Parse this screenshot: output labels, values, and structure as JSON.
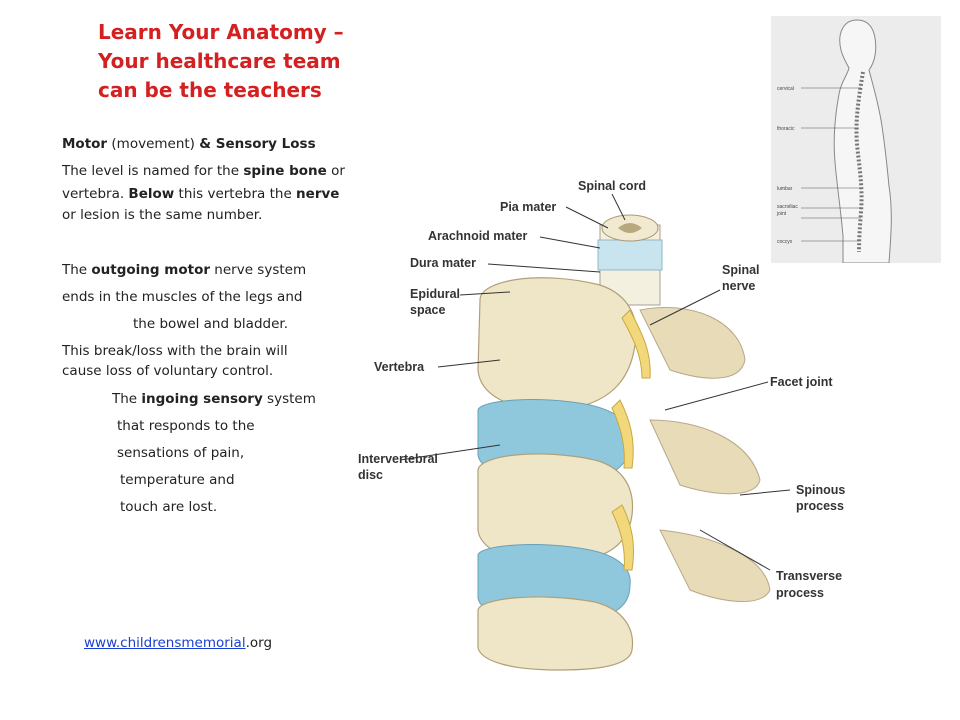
{
  "title": {
    "line1": "Learn Your Anatomy –",
    "line2": "Your healthcare team",
    "line3": "can be the  teachers"
  },
  "text": {
    "motor_bold": "Motor",
    "motor_paren": " (movement) ",
    "amp_sensory": "& Sensory Loss",
    "p1_a": "The level is named for the ",
    "p1_b": "spine bone",
    "p1_c": " or",
    "p1_d": "vertebra. ",
    "p1_e": "Below",
    "p1_f": " this vertebra the ",
    "p1_g": "nerve",
    "p1_h": "or lesion  is the same number.",
    "p2_a": "The ",
    "p2_b": "outgoing motor",
    "p2_c": " nerve system",
    "p2_d": " ends in the muscles of the legs and",
    "p2_e": "the bowel and bladder.",
    "p2_f": " This break/loss with the brain will",
    "p2_g": "cause loss of voluntary control.",
    "p3_a": "The ",
    "p3_b": "ingoing sensory",
    "p3_c": " system",
    "p3_d": "that responds to the",
    "p3_e": "sensations of pain,",
    "p3_f": "temperature and",
    "p3_g": "touch are lost."
  },
  "link": {
    "url_text": "www.childrensmemorial",
    "suffix": ".org"
  },
  "diagram_labels": {
    "spinal_cord": "Spinal cord",
    "pia_mater": "Pia mater",
    "arachnoid_mater": "Arachnoid mater",
    "dura_mater": "Dura mater",
    "epidural_1": "Epidural",
    "epidural_2": "space",
    "spinal_nerve_1": "Spinal",
    "spinal_nerve_2": "nerve",
    "vertebra": "Vertebra",
    "facet_joint": "Facet joint",
    "disc_1": "Intervertebral",
    "disc_2": "disc",
    "spinous_1": "Spinous",
    "spinous_2": "process",
    "transverse_1": "Transverse",
    "transverse_2": "process"
  },
  "thumb_labels": {
    "cervical": "cervical",
    "thoracic": "thoracic",
    "lumbar": "lumbar",
    "sacroiliac": "sacroiliac",
    "joint": "joint",
    "coccyx": "coccyx"
  },
  "colors": {
    "title": "#d42020",
    "link": "#1a3fd0",
    "disc": "#8fc8dc",
    "bone": "#efe6c8",
    "nerve": "#f2d87a"
  }
}
